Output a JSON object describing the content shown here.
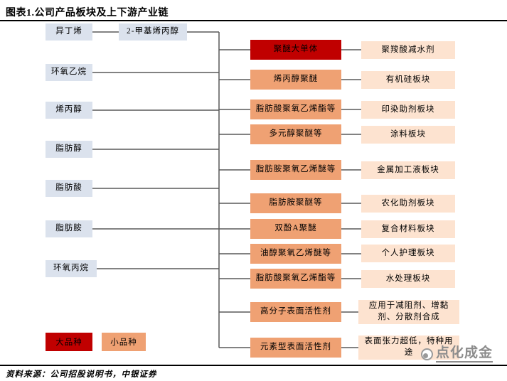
{
  "header": {
    "title": "图表1.公司产品板块及上下游产业链"
  },
  "legend": {
    "major_label": "大品种",
    "minor_label": "小品种"
  },
  "footer": {
    "source": "资料来源：公司招股说明书，中银证券"
  },
  "watermark": {
    "text": "点化成金"
  },
  "colors": {
    "major_product": "#c00000",
    "minor_product": "#efa173",
    "application": "#fde3d0",
    "raw_material": "#dbe2ed",
    "connector_line": "#595959"
  },
  "diagram": {
    "raw_materials": [
      {
        "label": "异丁烯"
      },
      {
        "label": "2-甲基烯丙醇"
      },
      {
        "label": "环氧乙烷"
      },
      {
        "label": "烯丙醇"
      },
      {
        "label": "脂肪醇"
      },
      {
        "label": "脂肪酸"
      },
      {
        "label": "脂肪胺"
      },
      {
        "label": "环氧丙烷"
      }
    ],
    "products": [
      {
        "label": "聚醚大单体",
        "type": "major"
      },
      {
        "label": "烯丙醇聚醚",
        "type": "minor"
      },
      {
        "label": "脂肪酸聚氧乙烯酯等",
        "type": "minor"
      },
      {
        "label": "多元醇聚醚等",
        "type": "minor"
      },
      {
        "label": "脂肪胺聚氧乙烯醚等",
        "type": "minor"
      },
      {
        "label": "脂肪胺聚醚等",
        "type": "minor"
      },
      {
        "label": "双酚A聚醚",
        "type": "minor"
      },
      {
        "label": "油醇聚氧乙烯醚等",
        "type": "minor"
      },
      {
        "label": "脂肪酸聚氧乙烯酯等",
        "type": "minor"
      },
      {
        "label": "高分子表面活性剂",
        "type": "minor"
      },
      {
        "label": "元素型表面活性剂",
        "type": "minor"
      }
    ],
    "applications": [
      {
        "label": "聚羧酸减水剂"
      },
      {
        "label": "有机硅板块"
      },
      {
        "label": "印染助剂板块"
      },
      {
        "label": "涂料板块"
      },
      {
        "label": "金属加工液板块"
      },
      {
        "label": "农化助剂板块"
      },
      {
        "label": "复合材料板块"
      },
      {
        "label": "个人护理板块"
      },
      {
        "label": "水处理板块"
      },
      {
        "label": "应用于减阻剂、增黏剂、分散剂合成"
      },
      {
        "label": "表面张力超低，特种用途"
      }
    ]
  }
}
